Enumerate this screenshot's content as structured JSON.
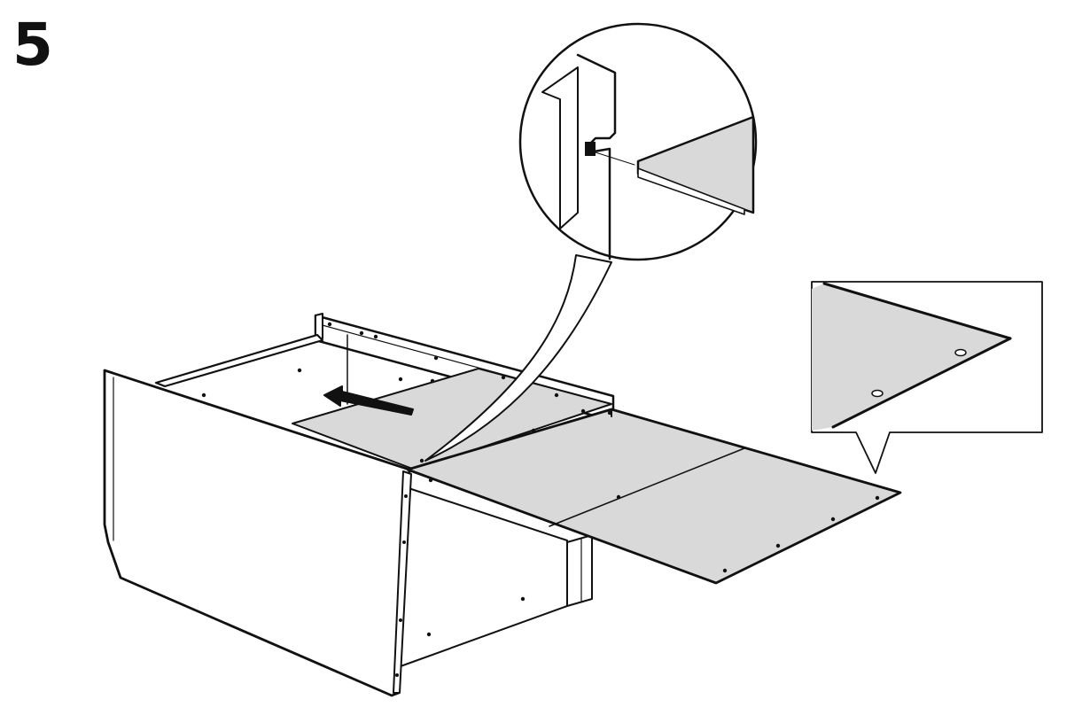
{
  "step": {
    "number": "5"
  },
  "colors": {
    "line": "#111111",
    "panel_fill": "#d9d9d9",
    "board_fill": "#ffffff",
    "background": "#ffffff"
  },
  "illustration": {
    "subject": "drawer-assembly",
    "action_icon": "push-arrow-icon",
    "detail_views": [
      "slot-detail-callout",
      "corner-detail-callout"
    ]
  }
}
